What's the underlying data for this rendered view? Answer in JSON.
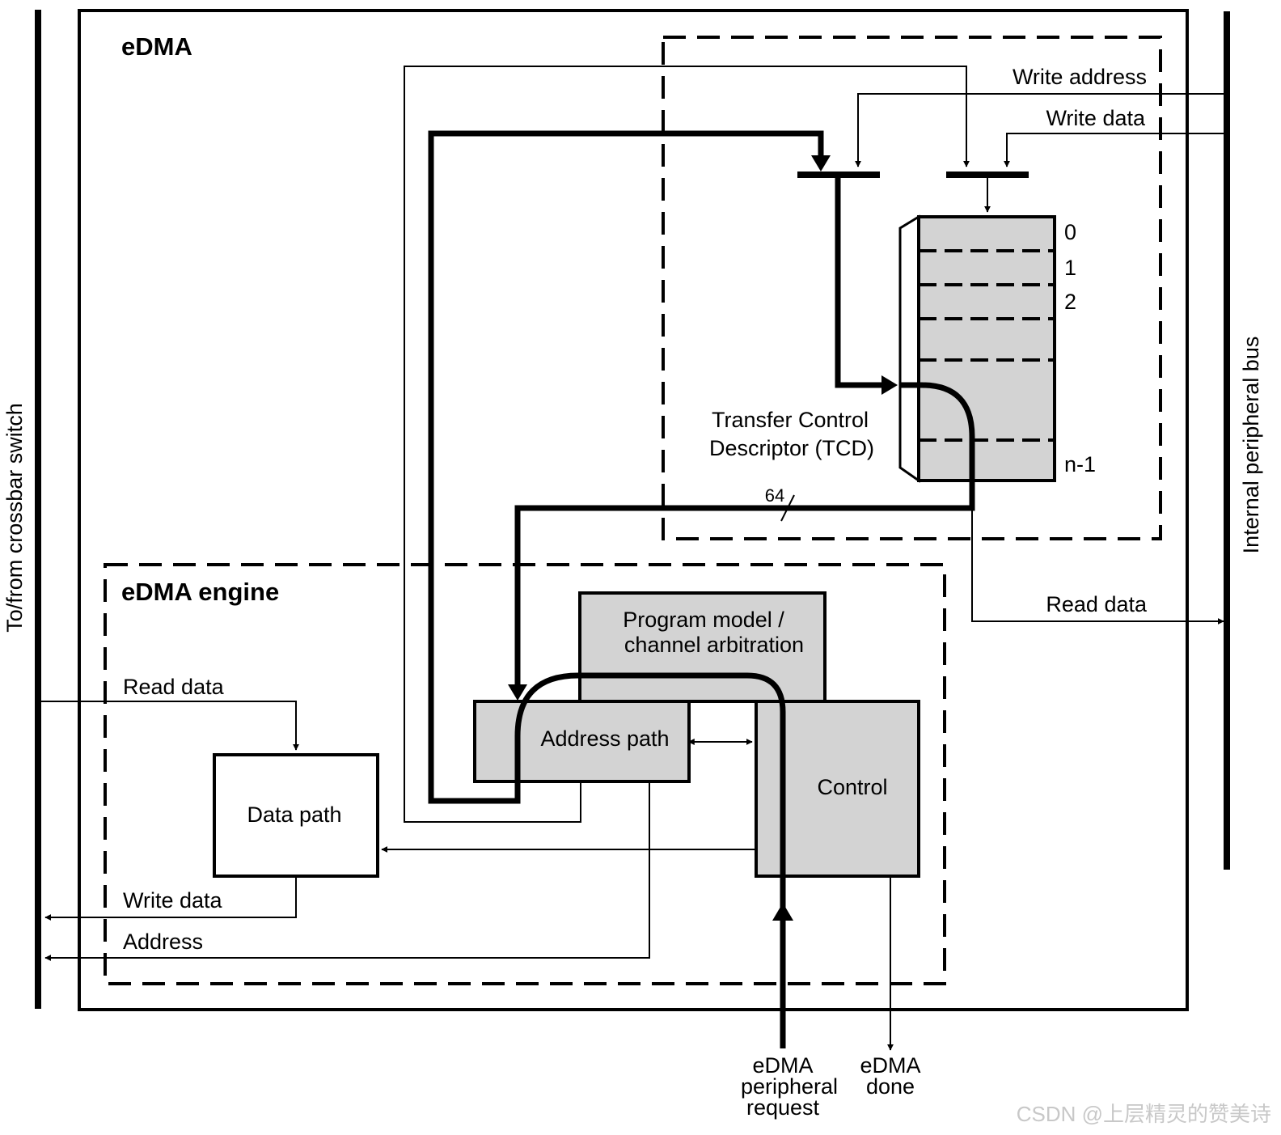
{
  "edma_title": "eDMA",
  "engine_title": "eDMA engine",
  "left_bus_label": "To/from crossbar switch",
  "right_bus_label": "Internal peripheral bus",
  "tcd": {
    "label_line1": "Transfer Control",
    "label_line2": "Descriptor (TCD)",
    "rows": [
      "0",
      "1",
      "2",
      "n-1"
    ],
    "bus_width": "64"
  },
  "signals": {
    "write_address": "Write address",
    "write_data_top": "Write data",
    "read_data_right": "Read data",
    "read_data_left": "Read data",
    "write_data_left": "Write data",
    "address_left": "Address"
  },
  "blocks": {
    "program_model_line1": "Program model /",
    "program_model_line2": "channel arbitration",
    "address_path": "Address path",
    "control": "Control",
    "data_path": "Data path"
  },
  "external": {
    "request_line1": "eDMA",
    "request_line2": "peripheral",
    "request_line3": "request",
    "done_line1": "eDMA",
    "done_line2": "done"
  },
  "watermark": "CSDN @上层精灵的赞美诗",
  "colors": {
    "block_fill": "#d3d3d3",
    "line": "#000000",
    "watermark": "#c8c8c8"
  }
}
